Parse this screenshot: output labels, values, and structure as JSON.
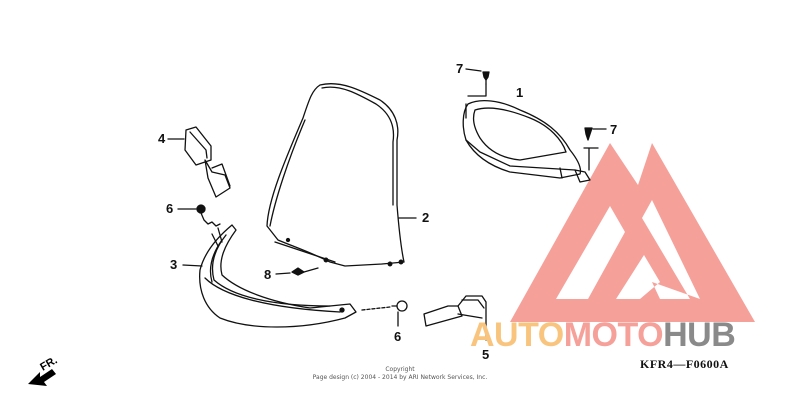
{
  "diagram": {
    "type": "exploded-parts-diagram",
    "diagram_code": "KFR4—F0600A",
    "direction_indicator": "FR.",
    "copyright": {
      "line1": "Copyright",
      "line2": "Page design (c) 2004 - 2014 by ARI Network Services, Inc."
    },
    "parts": [
      {
        "ref": "1",
        "label": "1"
      },
      {
        "ref": "2",
        "label": "2"
      },
      {
        "ref": "3",
        "label": "3"
      },
      {
        "ref": "4",
        "label": "4"
      },
      {
        "ref": "5",
        "label": "5"
      },
      {
        "ref": "6a",
        "label": "6"
      },
      {
        "ref": "6b",
        "label": "6"
      },
      {
        "ref": "7a",
        "label": "7"
      },
      {
        "ref": "7b",
        "label": "7"
      },
      {
        "ref": "8",
        "label": "8"
      }
    ]
  },
  "watermark": {
    "word1": "AUTO",
    "word2": "MOTO",
    "word3": "HUB",
    "colors": {
      "auto": "#f9c57e",
      "moto": "#f6a09a",
      "hub": "#8a8a8a",
      "logo": "#f6a09a"
    }
  }
}
